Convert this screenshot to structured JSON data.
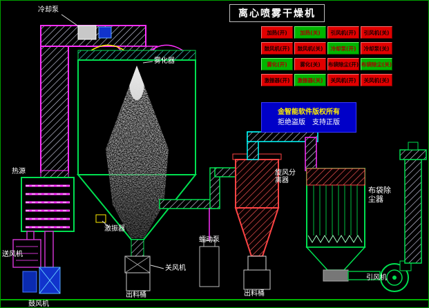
{
  "title": "离心喷雾干燥机",
  "panel": {
    "buttons": [
      {
        "label": "加热(开)",
        "state": "red"
      },
      {
        "label": "加热(关)",
        "state": "green"
      },
      {
        "label": "引风机(开)",
        "state": "red"
      },
      {
        "label": "引风机(关)",
        "state": "red"
      },
      {
        "label": "鼓风机(开)",
        "state": "red"
      },
      {
        "label": "鼓风机(关)",
        "state": "red"
      },
      {
        "label": "冷却泵(开)",
        "state": "green"
      },
      {
        "label": "冷却泵(关)",
        "state": "red"
      },
      {
        "label": "雾化(开)",
        "state": "green"
      },
      {
        "label": "雾化(关)",
        "state": "red"
      },
      {
        "label": "布袋除尘(开)",
        "state": "red"
      },
      {
        "label": "布袋除尘(关)",
        "state": "green"
      },
      {
        "label": "激振器(开)",
        "state": "red"
      },
      {
        "label": "激振器(关)",
        "state": "green"
      },
      {
        "label": "关风机(开)",
        "state": "red"
      },
      {
        "label": "关风机(关)",
        "state": "red"
      }
    ]
  },
  "notice": {
    "line1": "金智能软件版权所有",
    "line2": "拒绝盗版　支持正版"
  },
  "labels": {
    "cooling_pump": "冷却泵",
    "atomizer": "雾化器",
    "heat_source": "热源",
    "exciter": "激振器",
    "supply_fan": "送风机",
    "blower": "鼓风机",
    "rotary_valve": "关风机",
    "discharge_tower": "出料桶",
    "feed_pump": "蠕动泵",
    "discharge_cyclone": "出料桶",
    "cyclone": "旋风分离器",
    "baghouse": "布袋除尘器",
    "induced_fan": "引风机"
  },
  "colors": {
    "button_on": "#e10000",
    "button_off": "#00b400",
    "pipe_green": "#00e050",
    "pipe_magenta": "#ff30ff",
    "pipe_cyan": "#00ffff",
    "notice_bg": "#0000c8"
  }
}
